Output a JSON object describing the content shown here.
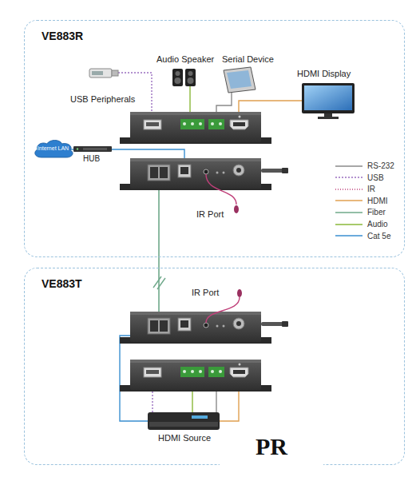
{
  "diagram": {
    "nodes": [
      {
        "text": [
          "VE883R"
        ]
      },
      {
        "text": [
          "Internet LAN"
        ],
        "in": 0
      },
      {
        "text": [
          "VE883T"
        ]
      }
    ],
    "edges": [
      {
        "from": 0,
        "to": 2,
        "arrow": "none"
      }
    ],
    "labels": [
      "Audio Speaker",
      "Serial Device",
      "HDMI Display",
      "USB Peripherals",
      "HUB",
      "IR Port",
      "IR Port",
      "HDMI Source",
      "PR"
    ],
    "legend": [
      {
        "text": "RS-232"
      },
      {
        "text": "USB"
      },
      {
        "text": "IR"
      },
      {
        "text": "HDMI"
      },
      {
        "text": "Fiber"
      },
      {
        "text": "Audio"
      },
      {
        "text": "Cat 5e"
      }
    ]
  }
}
